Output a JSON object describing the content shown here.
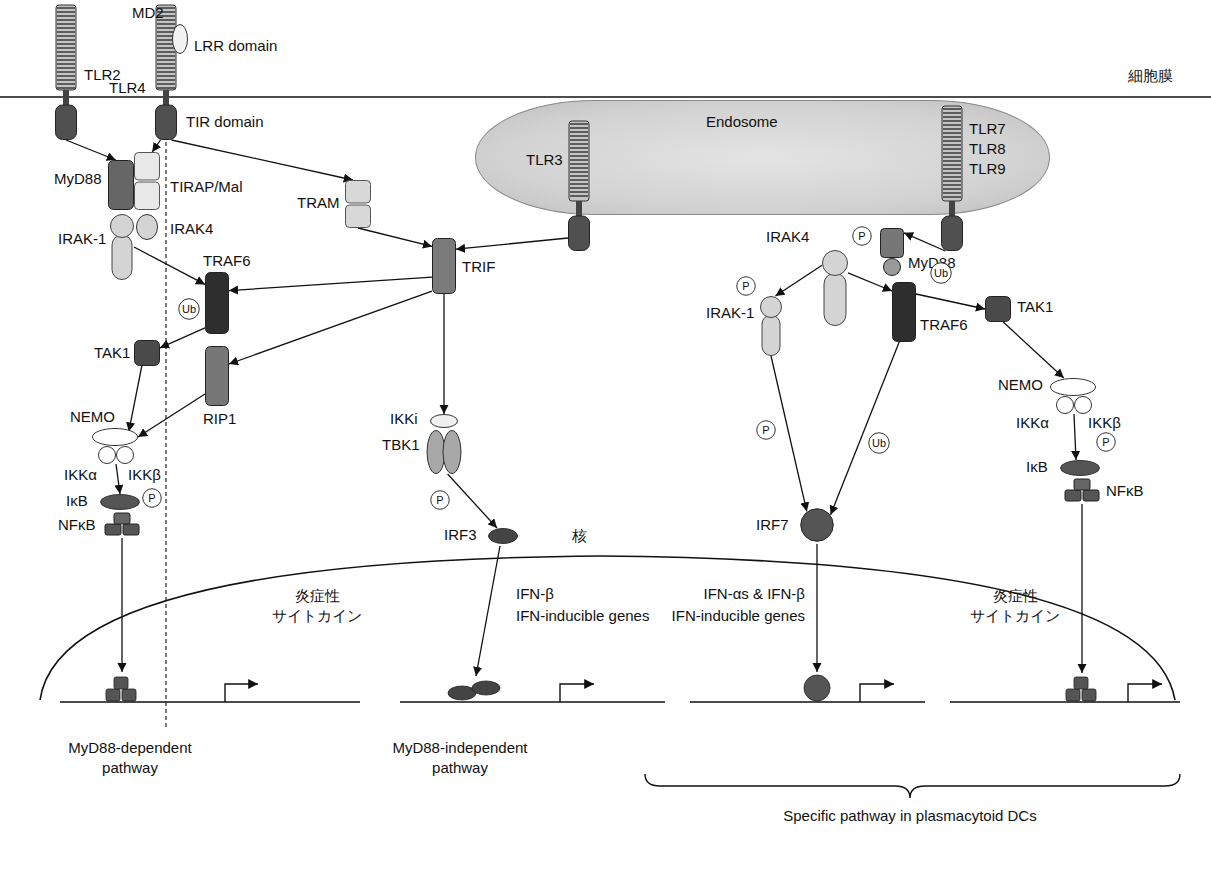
{
  "diagram": {
    "nodes": [
      {
        "text": [
          "TLR2"
        ]
      },
      {
        "text": [
          "TLR4"
        ]
      },
      {
        "text": [
          "MD2"
        ]
      },
      {
        "text": [
          "MyD88"
        ]
      },
      {
        "text": [
          "TIRAP/Mal"
        ]
      },
      {
        "text": [
          "IRAK4"
        ]
      },
      {
        "text": [
          "IRAK-1"
        ]
      },
      {
        "text": [
          "TRAM"
        ]
      },
      {
        "text": [
          "Endosome"
        ]
      },
      {
        "text": [
          "TLR3"
        ],
        "in": 8
      },
      {
        "text": [
          "TLR7",
          "TLR8",
          "TLR9"
        ],
        "in": 8
      },
      {
        "text": [
          "TRIF"
        ]
      },
      {
        "text": [
          "MyD88"
        ]
      },
      {
        "text": [
          "P"
        ]
      },
      {
        "text": [
          "IRAK4"
        ]
      },
      {
        "text": [
          "TRAF6"
        ]
      },
      {
        "text": [
          "Ub"
        ]
      },
      {
        "text": [
          "TAK1"
        ]
      },
      {
        "text": [
          "RIP1"
        ]
      },
      {
        "text": [
          "P"
        ]
      },
      {
        "text": [
          "IRAK-1"
        ]
      },
      {
        "text": [
          "TRAF6"
        ]
      },
      {
        "text": [
          "Ub"
        ]
      },
      {
        "text": [
          "TAK1"
        ]
      },
      {
        "text": [
          "NEMO"
        ]
      },
      {
        "text": [
          "IKKα",
          "IKKβ"
        ]
      },
      {
        "text": [
          "P"
        ]
      },
      {
        "text": [
          "IκB"
        ]
      },
      {
        "text": [
          "NFκB"
        ]
      },
      {
        "text": [
          "IKKi"
        ]
      },
      {
        "text": [
          "TBK1"
        ]
      },
      {
        "text": [
          "P"
        ]
      },
      {
        "text": [
          "IRF3"
        ]
      },
      {
        "text": [
          "NEMO"
        ]
      },
      {
        "text": [
          "IKKα",
          "IKKβ"
        ]
      },
      {
        "text": [
          "P"
        ]
      },
      {
        "text": [
          "P"
        ]
      },
      {
        "text": [
          "Ub"
        ]
      },
      {
        "text": [
          "IRF7"
        ]
      },
      {
        "text": [
          "IκB"
        ]
      },
      {
        "text": [
          "NFκB"
        ]
      }
    ],
    "edges": [
      {
        "from": 0,
        "to": 3,
        "arrow": "to"
      },
      {
        "from": 1,
        "to": 4,
        "arrow": "to"
      },
      {
        "from": 1,
        "to": 7,
        "arrow": "to"
      },
      {
        "from": 6,
        "to": 15,
        "arrow": "to"
      },
      {
        "from": 7,
        "to": 11,
        "arrow": "to"
      },
      {
        "from": 9,
        "to": 11,
        "arrow": "to"
      },
      {
        "from": 11,
        "to": 15,
        "arrow": "to"
      },
      {
        "from": 11,
        "to": 18,
        "arrow": "to"
      },
      {
        "from": 11,
        "to": 29,
        "arrow": "to"
      },
      {
        "from": 15,
        "to": 17,
        "arrow": "to"
      },
      {
        "from": 17,
        "to": 24,
        "arrow": "to"
      },
      {
        "from": 18,
        "to": 24,
        "arrow": "to"
      },
      {
        "from": 25,
        "to": 27,
        "arrow": "to"
      },
      {
        "from": 30,
        "to": 32,
        "arrow": "to"
      },
      {
        "from": 10,
        "to": 12,
        "arrow": "to"
      },
      {
        "from": 14,
        "to": 20,
        "arrow": "to"
      },
      {
        "from": 14,
        "to": 21,
        "arrow": "to"
      },
      {
        "from": 21,
        "to": 23,
        "arrow": "to"
      },
      {
        "from": 23,
        "to": 33,
        "arrow": "to"
      },
      {
        "from": 34,
        "to": 39,
        "arrow": "to"
      },
      {
        "from": 20,
        "to": 38,
        "arrow": "to"
      },
      {
        "from": 21,
        "to": 38,
        "arrow": "to"
      }
    ],
    "labels": [
      "細胞膜",
      "LRR domain",
      "TIR domain",
      "核",
      "炎症性 サイトカイン",
      "IFN-β",
      "IFN-inducible genes",
      "IFN-αs & IFN-β",
      "IFN-inducible genes",
      "炎症性 サイトカイン",
      "MyD88-dependent pathway",
      "MyD88-independent pathway",
      "Specific pathway in plasmacytoid DCs"
    ]
  }
}
